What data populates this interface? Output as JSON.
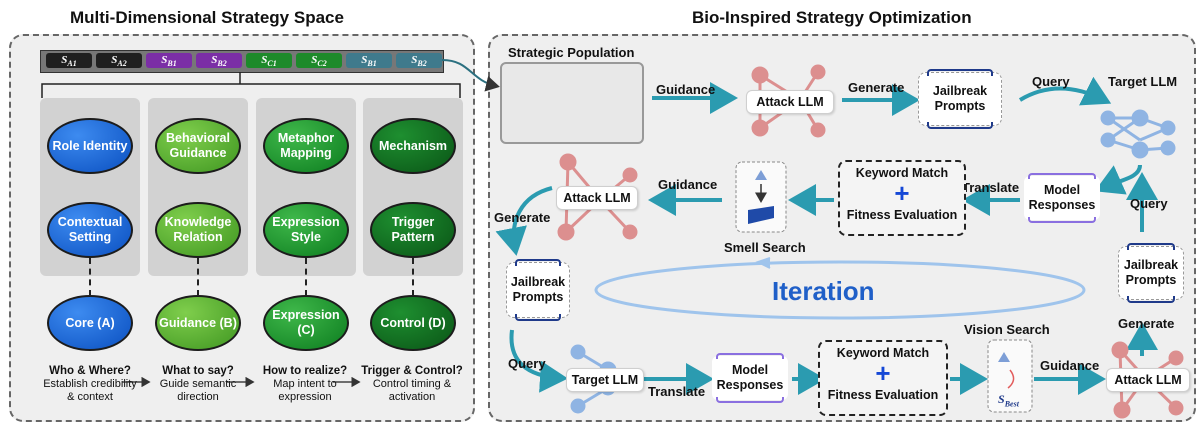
{
  "left": {
    "title": "Multi-Dimensional Strategy Space",
    "chips": [
      {
        "text": "S_A1",
        "base": "S",
        "sub": "A1",
        "color": "#1f1f1f"
      },
      {
        "text": "S_A2",
        "base": "S",
        "sub": "A2",
        "color": "#1f1f1f"
      },
      {
        "text": "S_B1",
        "base": "S",
        "sub": "B1",
        "color": "#7b2ea6"
      },
      {
        "text": "S_B2",
        "base": "S",
        "sub": "B2",
        "color": "#7b2ea6"
      },
      {
        "text": "S_C1",
        "base": "S",
        "sub": "C1",
        "color": "#1d8a2a"
      },
      {
        "text": "S_C2",
        "base": "S",
        "sub": "C2",
        "color": "#1d8a2a"
      },
      {
        "text": "S_B1",
        "base": "S",
        "sub": "B1",
        "color": "#3f7a8c"
      },
      {
        "text": "S_B2",
        "base": "S",
        "sub": "B2",
        "color": "#3f7a8c"
      }
    ],
    "columns": [
      {
        "top": "Role Identity",
        "mid": "Contextual Setting",
        "bottom": "Core (A)",
        "q_title": "Who & Where?",
        "q_desc": "Establish credibility & context"
      },
      {
        "top": "Behavioral Guidance",
        "mid": "Knowledge Relation",
        "bottom": "Guidance (B)",
        "q_title": "What to say?",
        "q_desc": "Guide semantic direction"
      },
      {
        "top": "Metaphor Mapping",
        "mid": "Expression Style",
        "bottom": "Expression (C)",
        "q_title": "How to realize?",
        "q_desc": "Map intent to expression"
      },
      {
        "top": "Mechanism",
        "mid": "Trigger Pattern",
        "bottom": "Control (D)",
        "q_title": "Trigger & Control?",
        "q_desc": "Control timing & activation"
      }
    ]
  },
  "right": {
    "title": "Bio-Inspired Strategy Optimization",
    "strategic_population": "Strategic Population",
    "guidance": "Guidance",
    "generate": "Generate",
    "query": "Query",
    "translate": "Translate",
    "attack_llm": "Attack LLM",
    "target_llm": "Target LLM",
    "jailbreak_prompts": "Jailbreak Prompts",
    "model_responses": "Model Responses",
    "keyword_match": "Keyword Match",
    "fitness_evaluation": "Fitness Evaluation",
    "smell_search": "Smell Search",
    "vision_search": "Vision Search",
    "iteration": "Iteration",
    "s_best": "S_Best",
    "s_best_base": "S",
    "s_best_sub": "Best",
    "colors": {
      "arrow": "#2b9bb0",
      "iteration_text": "#1f5fc8",
      "ring": "#9fc4ec",
      "attack_net": "#dc8f8f",
      "target_net": "#8fb4e3"
    }
  }
}
